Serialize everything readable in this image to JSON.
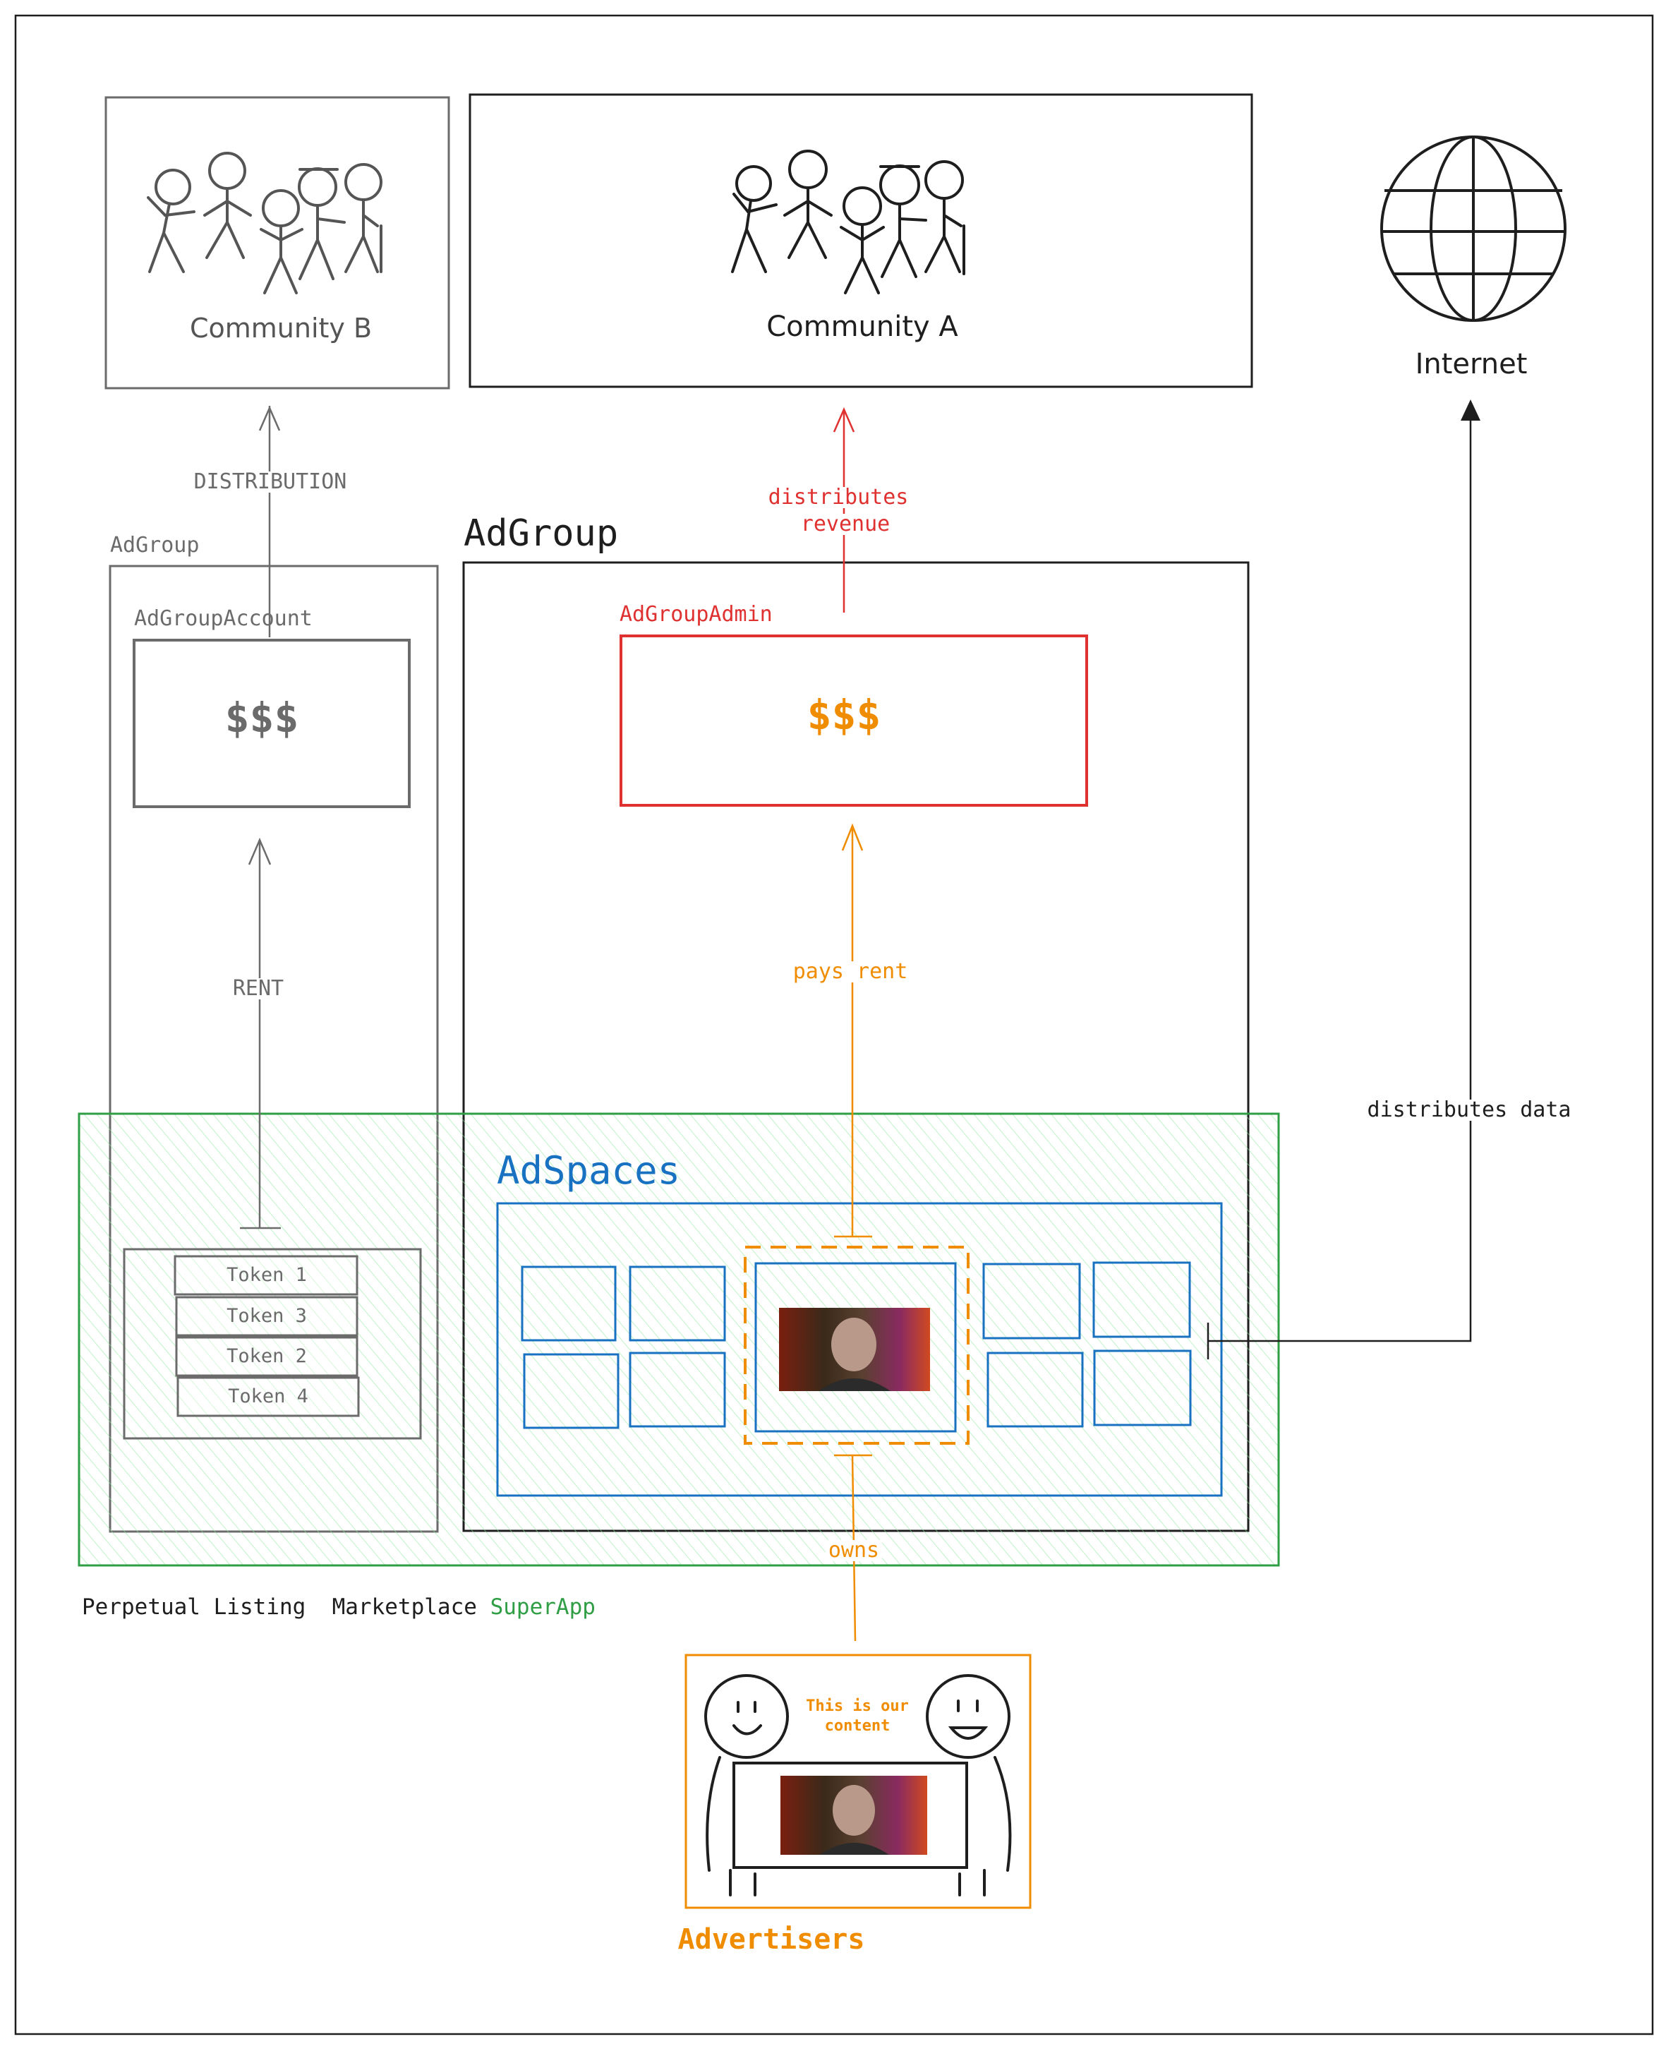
{
  "communities": {
    "b": {
      "label": "Community B"
    },
    "a": {
      "label": "Community A"
    }
  },
  "internet": {
    "label": "Internet"
  },
  "arrows": {
    "distribution": "DISTRIBUTION",
    "distributes_revenue_line1": "distributes",
    "distributes_revenue_line2": "revenue",
    "rent": "RENT",
    "pays_rent": "pays rent",
    "owns": "owns",
    "distributes_data": "distributes data"
  },
  "adgroup_left": {
    "title": "AdGroup",
    "account_label": "AdGroupAccount",
    "account_value": "$$$",
    "tokens": [
      "Token 1",
      "Token 3",
      "Token 2",
      "Token 4"
    ]
  },
  "adgroup_main": {
    "title": "AdGroup",
    "admin_label": "AdGroupAdmin",
    "admin_value": "$$$"
  },
  "adspaces": {
    "title": "AdSpaces"
  },
  "superapp": {
    "prefix": "Perpetual Listing  Marketplace",
    "name": "SuperApp"
  },
  "advertisers": {
    "caption": "This is our content",
    "label": "Advertisers"
  },
  "colors": {
    "gray": "#6b6b6b",
    "red": "#e03131",
    "orange": "#f08c00",
    "blue": "#1971c2",
    "green": "#2f9e44",
    "black": "#1e1e1e"
  }
}
